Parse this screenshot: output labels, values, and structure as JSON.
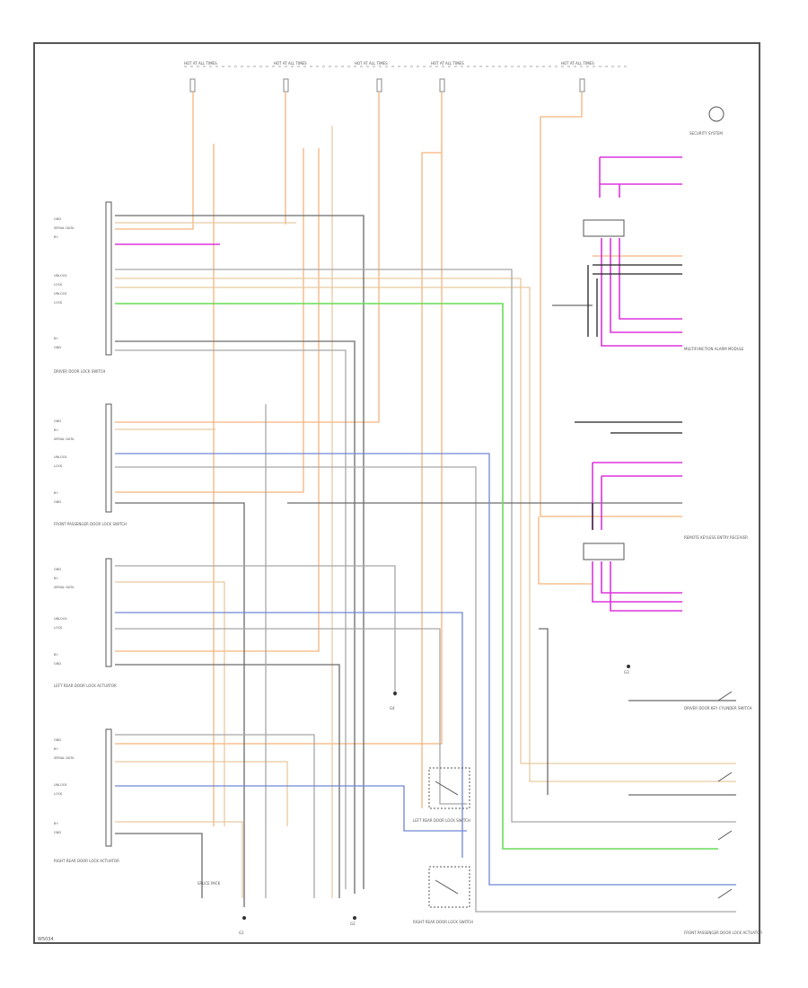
{
  "colors": {
    "border": "#555555",
    "orange": "#f5b37c",
    "tan": "#e8c9a0",
    "gray": "#6b6b6b",
    "light_gray": "#a8a8a8",
    "blue": "#6f86d6",
    "green": "#66dd55",
    "magenta": "#dd33dd",
    "black": "#222222"
  },
  "fuse_labels": [
    "HOT AT ALL TIMES",
    "HOT AT ALL TIMES",
    "HOT AT ALL TIMES",
    "HOT AT ALL TIMES",
    "HOT AT ALL TIMES"
  ],
  "left_components": [
    "DRIVER DOOR LOCK SWITCH",
    "FRONT PASSENGER DOOR LOCK SWITCH",
    "LEFT REAR DOOR LOCK ACTUATOR",
    "RIGHT REAR DOOR LOCK ACTUATOR"
  ],
  "right_components": [
    "SECURITY SYSTEM",
    "MULTIFUNCTION ALARM MODULE",
    "REMOTE KEYLESS ENTRY RECEIVER",
    "DRIVER DOOR KEY CYLINDER SWITCH",
    "FRONT PASSENGER DOOR LOCK ACTUATOR"
  ],
  "bottom_labels": [
    "SPLICE PACK",
    "LEFT REAR DOOR LOCK SWITCH",
    "RIGHT REAR DOOR LOCK SWITCH"
  ],
  "ground_labels": [
    "G1",
    "G2",
    "G3",
    "G4"
  ],
  "footer_code": "W5034"
}
